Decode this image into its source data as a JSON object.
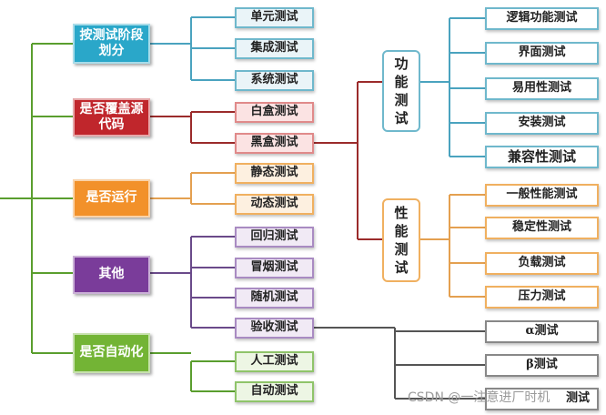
{
  "categories": [
    {
      "label": "按测试阶段划分",
      "color": "#2aa7c9"
    },
    {
      "label": "是否覆盖源代码",
      "color": "#c0262c"
    },
    {
      "label": "是否运行",
      "color": "#f2912a"
    },
    {
      "label": "其他",
      "color": "#7a3c9a"
    },
    {
      "label": "是否自动化",
      "color": "#73b435"
    }
  ],
  "leaves": {
    "unit": {
      "label": "单元测试",
      "bg": "#eaf4f8"
    },
    "integration": {
      "label": "集成测试",
      "bg": "#eaf4f8"
    },
    "system": {
      "label": "系统测试",
      "bg": "#eaf4f8"
    },
    "whitebox": {
      "label": "白盒测试",
      "bg": "#fbe3e3"
    },
    "blackbox": {
      "label": "黑盒测试",
      "bg": "#fbe3e3"
    },
    "static": {
      "label": "静态测试",
      "bg": "#fdf0e0"
    },
    "dynamic": {
      "label": "动态测试",
      "bg": "#fdf0e0"
    },
    "regression": {
      "label": "回归测试",
      "bg": "#f1eaf5"
    },
    "smoke": {
      "label": "冒烟测试",
      "bg": "#f1eaf5"
    },
    "random": {
      "label": "随机测试",
      "bg": "#f1eaf5"
    },
    "acceptance": {
      "label": "验收测试",
      "bg": "#f1eaf5"
    },
    "manual": {
      "label": "人工测试",
      "bg": "#edf6e4"
    },
    "auto": {
      "label": "自动测试",
      "bg": "#edf6e4"
    }
  },
  "functional": {
    "chars": [
      "功",
      "能",
      "测",
      "试"
    ],
    "items": [
      "逻辑功能测试",
      "界面测试",
      "易用性测试",
      "安装测试",
      "兼容性测试"
    ]
  },
  "performance": {
    "chars": [
      "性",
      "能",
      "测",
      "试"
    ],
    "items": [
      "一般性能测试",
      "稳定性测试",
      "负载测试",
      "压力测试"
    ]
  },
  "acceptance_items": [
    "α测试",
    "β测试",
    "测试"
  ],
  "watermark": "CSDN @一注意进厂时机",
  "colors": {
    "wire_green": "#5a9e2e",
    "wire_teal": "#4aa3bf",
    "wire_red": "#9b2b2b",
    "wire_orange": "#e4a050",
    "wire_purple": "#6a4a8a",
    "wire_dark": "#555555"
  }
}
